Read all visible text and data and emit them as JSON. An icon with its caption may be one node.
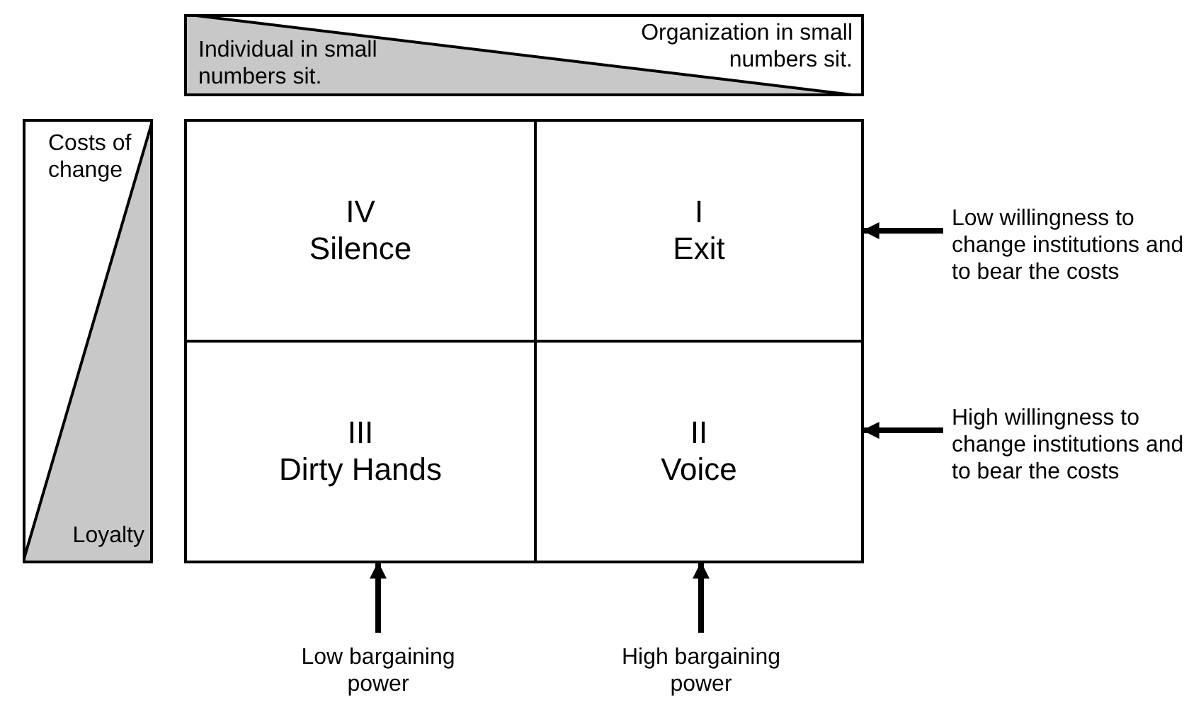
{
  "diagram": {
    "nodes": [
      {
        "text": [
          "Individual in small numbers sit.",
          "Organization in small numbers sit."
        ]
      },
      {
        "text": [
          "Costs of change",
          "Loyalty"
        ]
      },
      {
        "text": [
          "IV",
          "Silence"
        ]
      },
      {
        "text": [
          "I",
          "Exit"
        ]
      },
      {
        "text": [
          "III",
          "Dirty Hands"
        ]
      },
      {
        "text": [
          "II",
          "Voice"
        ]
      },
      {
        "text": [
          "Low willingness to change institutions and to bear the costs"
        ]
      },
      {
        "text": [
          "High willingness to change institutions and to bear the costs"
        ]
      },
      {
        "text": [
          "Low bargaining power"
        ]
      },
      {
        "text": [
          "High bargaining power"
        ]
      }
    ],
    "edges": [
      {
        "from": 6,
        "to": 3,
        "arrow": "to"
      },
      {
        "from": 7,
        "to": 5,
        "arrow": "to"
      },
      {
        "from": 8,
        "to": 4,
        "arrow": "to"
      },
      {
        "from": 9,
        "to": 5,
        "arrow": "to"
      }
    ]
  }
}
